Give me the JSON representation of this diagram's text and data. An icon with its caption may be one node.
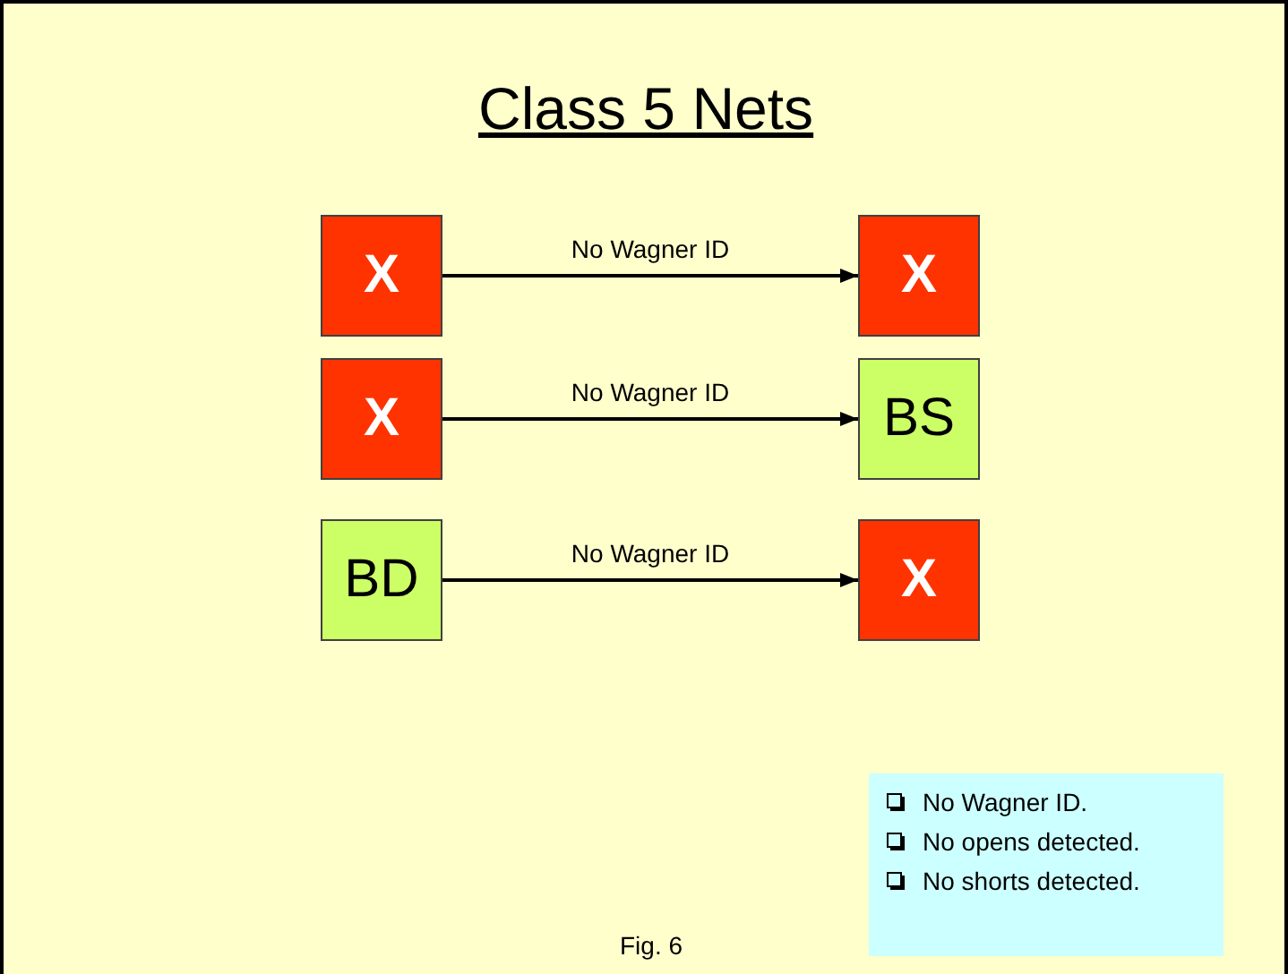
{
  "diagram": {
    "title": "Class 5 Nets",
    "caption": "Fig. 6",
    "nodes": [
      {
        "text": [
          "X"
        ]
      },
      {
        "text": [
          "X"
        ]
      },
      {
        "text": [
          "X"
        ]
      },
      {
        "text": [
          "BS"
        ]
      },
      {
        "text": [
          "BD"
        ]
      },
      {
        "text": [
          "X"
        ]
      },
      {
        "text": [
          "No Wagner ID.",
          "No opens detected.",
          "No shorts detected."
        ]
      }
    ],
    "edges": [
      {
        "from": 0,
        "to": 1,
        "arrow": "to",
        "label": "No Wagner ID"
      },
      {
        "from": 2,
        "to": 3,
        "arrow": "to",
        "label": "No Wagner ID"
      },
      {
        "from": 4,
        "to": 5,
        "arrow": "to",
        "label": "No Wagner ID"
      }
    ]
  }
}
